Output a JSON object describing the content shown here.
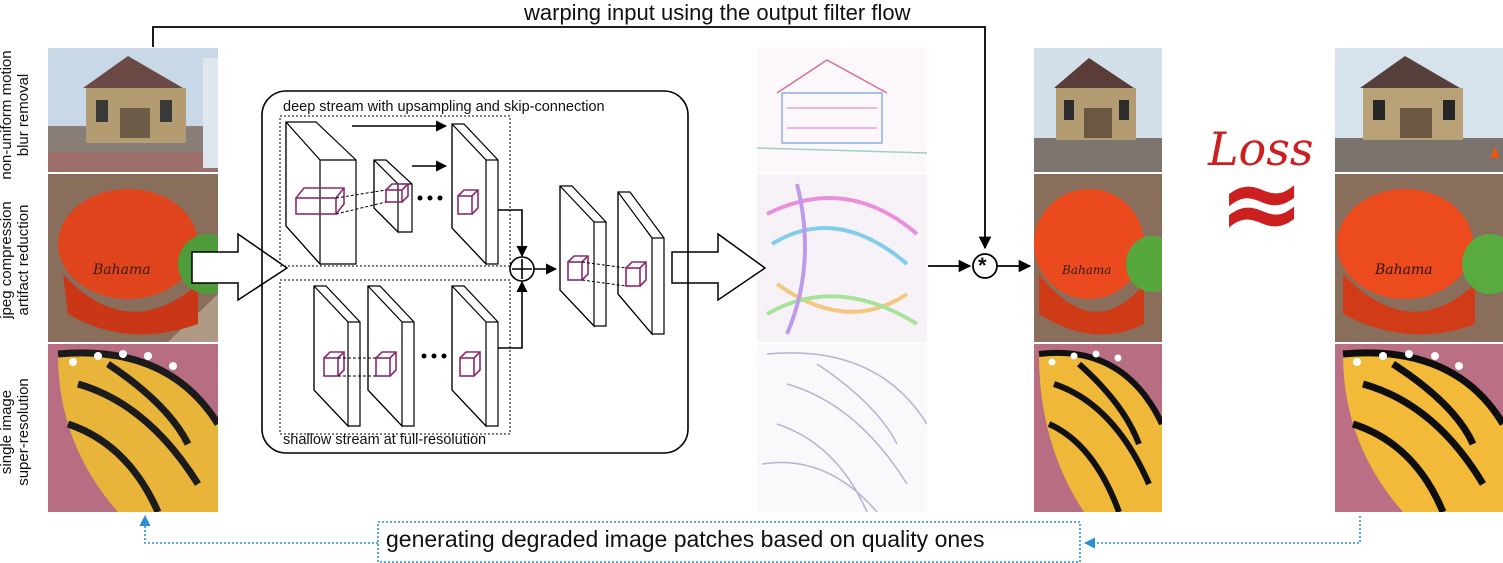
{
  "top_caption": "warping input using the output filter flow",
  "bottom_caption": "generating degraded image patches based on quality ones",
  "row_labels": [
    "non-uniform motion\nblur removal",
    "jpeg compression\nartifact reduction",
    "single image\nsuper-resolution"
  ],
  "network": {
    "deep_stream_label": "deep stream with upsampling and skip-connection",
    "shallow_stream_label": "shallow stream at full-resolution"
  },
  "loss_label": "Loss",
  "approx_symbol": "≈",
  "convolve_symbol": "*",
  "colors": {
    "loss_red": "#cc1f1f",
    "dotted_blue": "#2a8fd6",
    "kernel_purple": "#8b2a6e"
  },
  "icons": {
    "add": "circled-plus-icon",
    "convolve": "circled-asterisk-icon"
  }
}
